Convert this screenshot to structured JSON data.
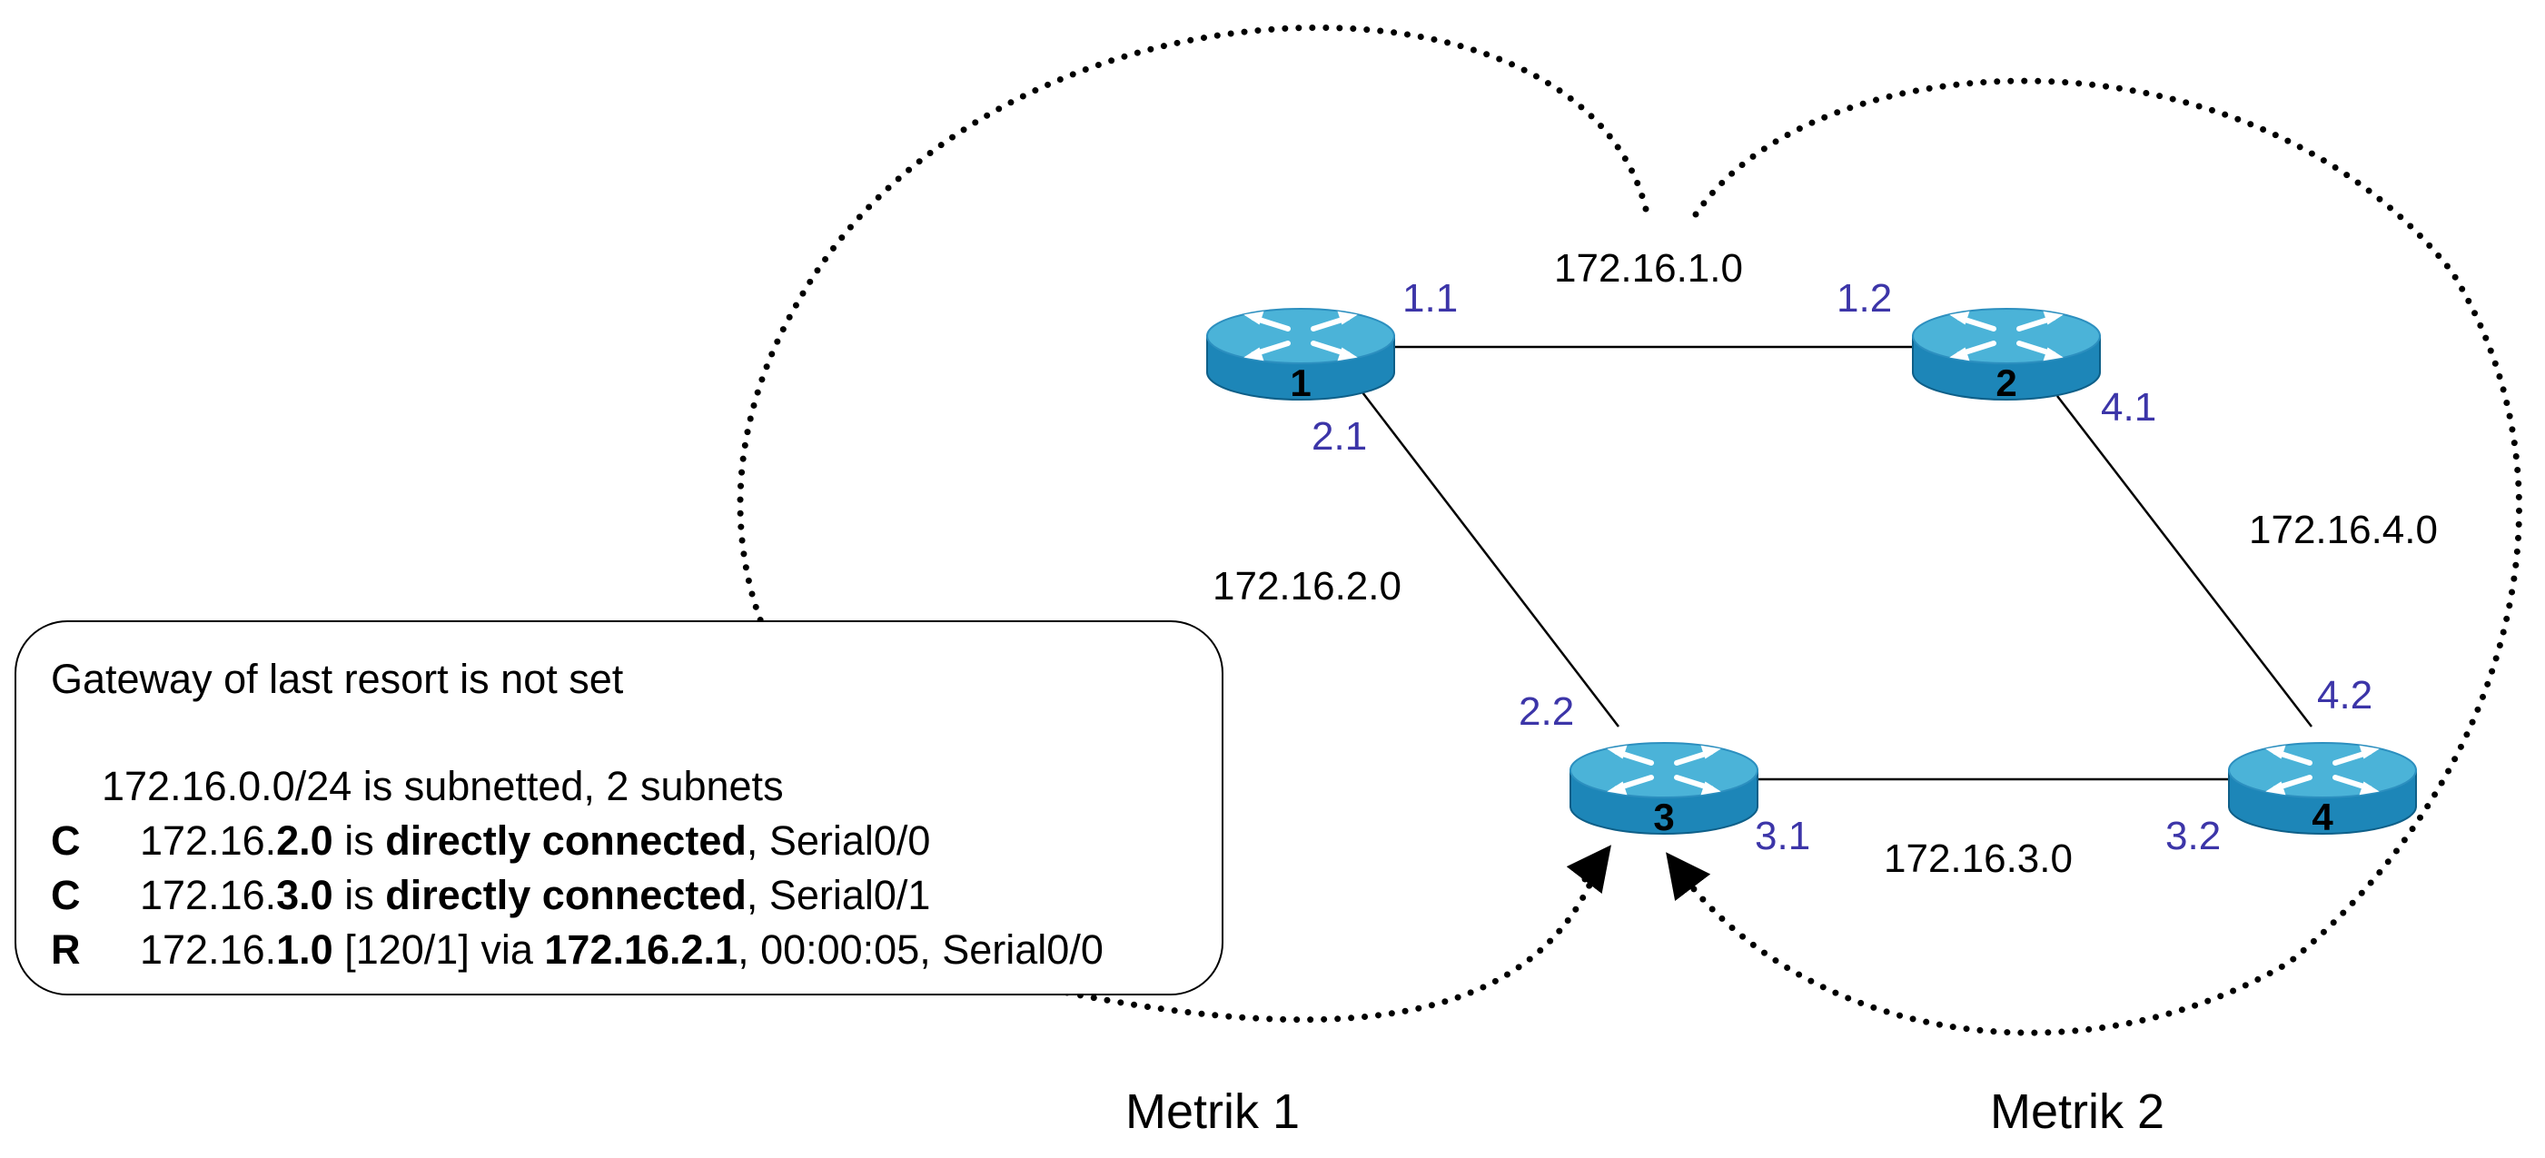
{
  "networks": {
    "net1": "172.16.1.0",
    "net2": "172.16.2.0",
    "net3": "172.16.3.0",
    "net4": "172.16.4.0"
  },
  "routers": [
    {
      "label": "1",
      "icon": "router-icon"
    },
    {
      "label": "2",
      "icon": "router-icon"
    },
    {
      "label": "3",
      "icon": "router-icon"
    },
    {
      "label": "4",
      "icon": "router-icon"
    }
  ],
  "interfaces": {
    "r1_net1": "1.1",
    "r2_net1": "1.2",
    "r1_net2": "2.1",
    "r3_net2": "2.2",
    "r2_net4": "4.1",
    "r4_net4": "4.2",
    "r3_net3": "3.1",
    "r4_net3": "3.2"
  },
  "metrics": {
    "left": "Metrik 1",
    "right": "Metrik 2"
  },
  "routing_table": {
    "gateway": "Gateway of last resort is not set",
    "summary": "172.16.0.0/24 is subnetted, 2 subnets",
    "entries": [
      {
        "code": "C",
        "prefix": "172.16.",
        "net": "2.0",
        "mid": " is ",
        "bold_phrase": "directly connected",
        "suffix": ", Serial0/0"
      },
      {
        "code": "C",
        "prefix": "172.16.",
        "net": "3.0",
        "mid": " is ",
        "bold_phrase": "directly connected",
        "suffix": ", Serial0/1"
      },
      {
        "code": "R",
        "prefix": "172.16.",
        "net": "1.0",
        "mid": " [120/1] via ",
        "bold_phrase": "172.16.2.1",
        "suffix": ", 00:00:05, Serial0/0"
      }
    ]
  },
  "colors": {
    "router_top": "#4bb3d8",
    "router_side": "#1d86b8",
    "interface_label": "#3c35a8",
    "links": "#000000"
  }
}
